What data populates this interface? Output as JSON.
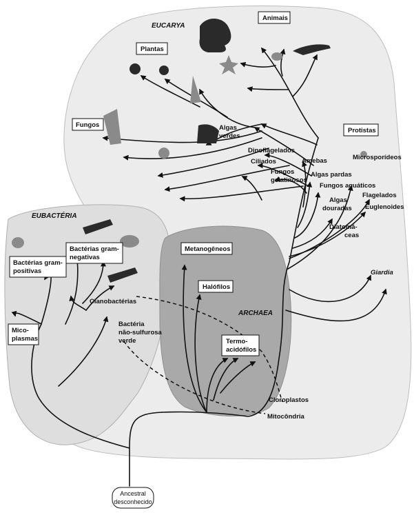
{
  "colors": {
    "eucarya_region": "#ececec",
    "eubacteria_region": "#dedede",
    "archaea_region": "#a9a9a9",
    "line": "#111111"
  },
  "domains": {
    "eucarya": "EUCARYA",
    "eubacteria": "EUBACTÉRIA",
    "archaea": "ARCHAEA"
  },
  "eucarya": {
    "animais": "Animais",
    "plantas": "Plantas",
    "fungos": "Fungos",
    "protistas": "Protistas",
    "algas_verdes": [
      "Algas",
      "verdes"
    ],
    "dinoflagelados": "Dinoflagelados",
    "ciliados": "Ciliados",
    "fungos_gelatinosos": [
      "Fungos",
      "gelatinosos"
    ],
    "amebas": "Amebas",
    "algas_pardas": "Algas pardas",
    "fungos_aquaticos": "Fungos aquáticos",
    "algas_douradas": [
      "Algas",
      "douradas"
    ],
    "flagelados": "Flagelados",
    "euglenoides": "Euglenoides",
    "microsporideos": "Microsporídeos",
    "diatomaceas": [
      "Diatomá-",
      "ceas"
    ],
    "giardia": "Giardia"
  },
  "eubacteria": {
    "gram_positivas": [
      "Bactérias gram-",
      "positivas"
    ],
    "gram_negativas": [
      "Bactérias gram-",
      "negativas"
    ],
    "cianobacterias": "Cianobactérias",
    "micoplasmas": [
      "Mico-",
      "plasmas"
    ],
    "nao_sulfurosa": [
      "Bactéria",
      "não-sulfurosa",
      "verde"
    ]
  },
  "archaea": {
    "metanogeneos": "Metanogêneos",
    "halofilos": "Halófilos",
    "termoacidofilos": [
      "Termo-",
      "acidófilos"
    ]
  },
  "organelles": {
    "cloroplastos": "Cloroplastos",
    "mitocondria": "Mitocôndria"
  },
  "root": [
    "Ancestral",
    "desconhecido"
  ]
}
